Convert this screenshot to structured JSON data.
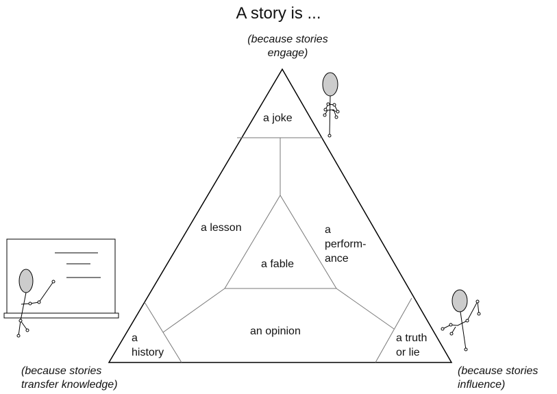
{
  "title": "A story is ...",
  "corners": {
    "top": [
      "(because stories",
      "engage)"
    ],
    "bottom_left": [
      "(because stories",
      "transfer knowledge)"
    ],
    "bottom_right": [
      "(because stories",
      "influence)"
    ]
  },
  "regions": {
    "joke": "a joke",
    "lesson": "a lesson",
    "performance": [
      "a",
      "perform-",
      "ance"
    ],
    "fable": "a fable",
    "opinion": "an opinion",
    "history": [
      "a",
      "history"
    ],
    "truth_or_lie": [
      "a truth",
      "or lie"
    ]
  },
  "figures": [
    "stick-figure-engage",
    "stick-figure-teacher",
    "stick-figure-influence"
  ]
}
